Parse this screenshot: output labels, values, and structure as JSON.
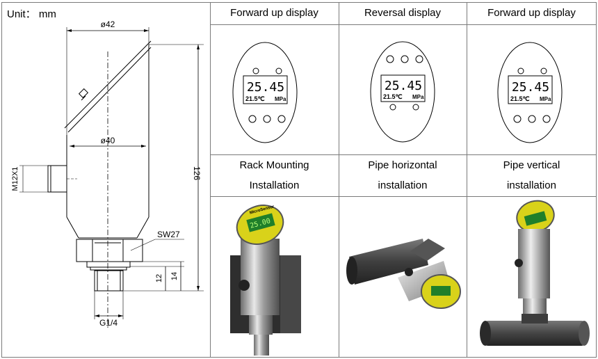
{
  "unit_label": "Unit： mm",
  "drawing": {
    "top_diameter": "ø42",
    "mid_diameter": "ø40",
    "thread_side": "M12X1",
    "height": "126",
    "wrench": "SW27",
    "dim_12": "12",
    "dim_14": "14",
    "port": "G1/4"
  },
  "headers": {
    "col1": "Forward up display",
    "col2": "Reversal display",
    "col3": "Forward up display"
  },
  "display": {
    "main_value": "25.45",
    "temp": "21.5℃",
    "unit": "MPa"
  },
  "install": {
    "col1_line1": "Rack Mounting",
    "col1_line2": "Installation",
    "col2_line1": "Pipe horizontal",
    "col2_line2": "installation",
    "col3_line1": "Pipe vertical",
    "col3_line2": "installation"
  },
  "sensor": {
    "brand": "MicroSensor",
    "reading": "25.00"
  },
  "colors": {
    "grid": "#7a7a7a",
    "housing": "#8f8f8f",
    "display_face": "#d9d21a",
    "lcd": "#1f7f2a",
    "pipe": "#4a4a4a"
  }
}
